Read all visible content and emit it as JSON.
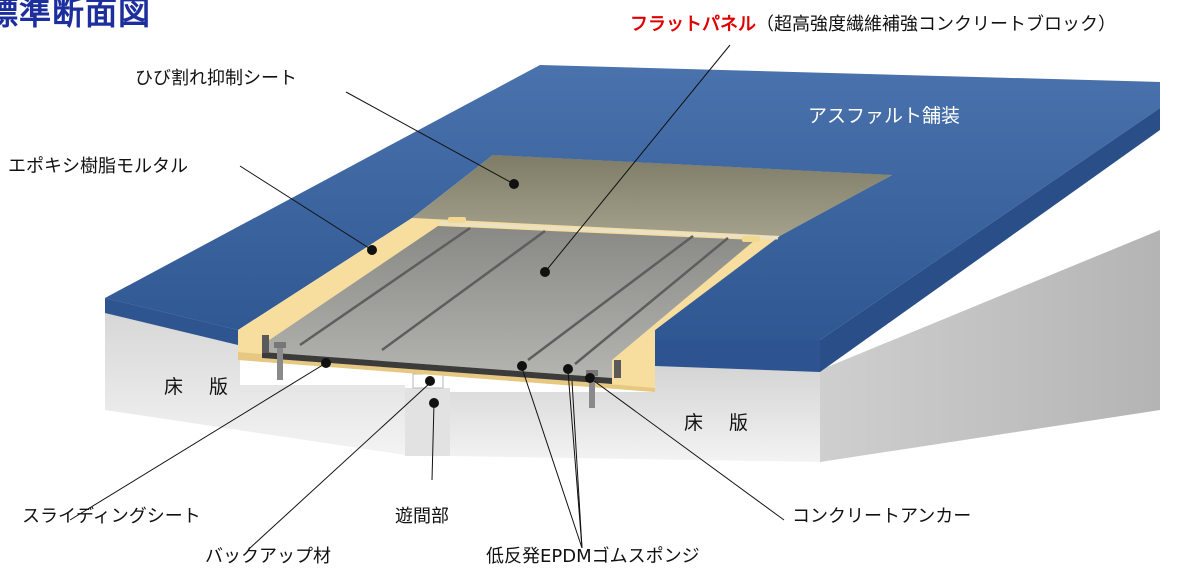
{
  "title": "標準断面図",
  "labels": {
    "flat_panel_name": "フラットパネル",
    "flat_panel_desc": "（超高強度繊維補強コンクリートブロック）",
    "crack_sheet": "ひび割れ抑制シート",
    "asphalt": "アスファルト舗装",
    "epoxy": "エポキシ樹脂モルタル",
    "slab_left": "床 版",
    "slab_right": "床 版",
    "sliding_sheet": "スライディングシート",
    "gap": "遊間部",
    "anchor": "コンクリートアンカー",
    "backup": "バックアップ材",
    "sponge": "低反発EPDMゴムスポンジ"
  },
  "colors": {
    "asphalt": "#3f6aa8",
    "mortar": "#f7dd9e",
    "panel": "#9a9a96",
    "sheet": "#8c8a74",
    "title": "#1d2f9c",
    "accent": "#e00000"
  }
}
